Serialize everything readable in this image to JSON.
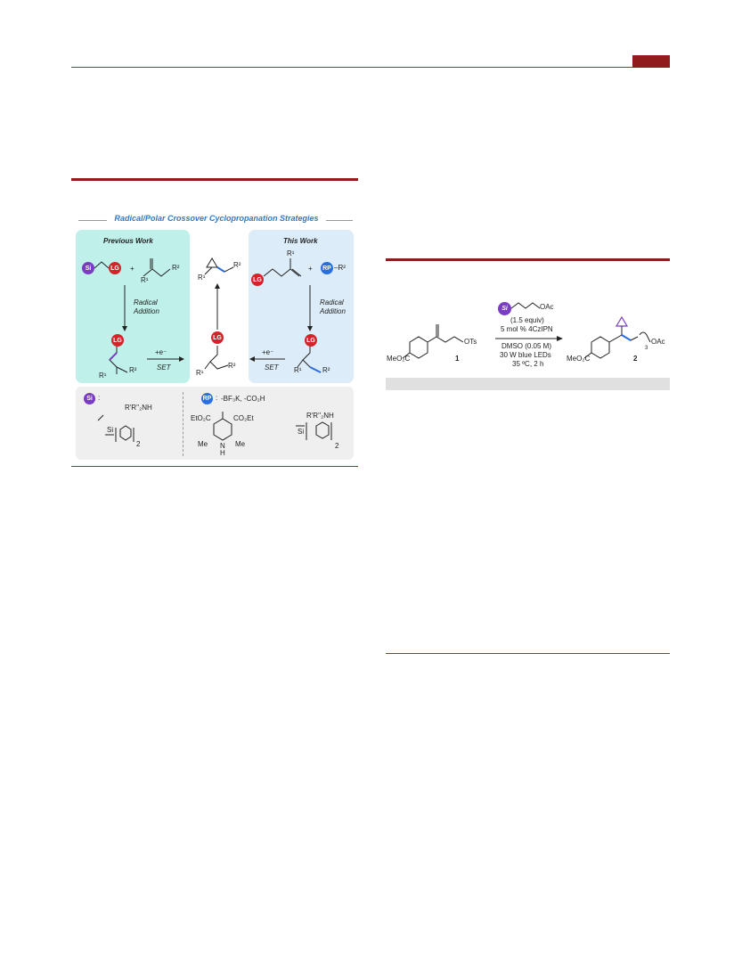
{
  "figure1": {
    "title": "Radical/Polar Crossover Cyclopropanation Strategies",
    "previous_work": "Previous Work",
    "this_work": "This Work",
    "radical_addition_left": [
      "Radical",
      "Addition"
    ],
    "radical_addition_right": [
      "Radical",
      "Addition"
    ],
    "electron": "+e⁻",
    "set": "SET",
    "labels": {
      "si": "Si",
      "lg": "LG",
      "rp": "RP",
      "plus": "+",
      "r1": "R¹",
      "r2": "R²",
      "rp_r2": "–R²"
    },
    "si_legend": {
      "colon": ":",
      "amine": "R'R''₂NH",
      "silicon": "Si",
      "subscript": "2"
    },
    "rp_legend": {
      "colon": ":",
      "text": "-BF₃K, -CO₂H",
      "eto2c": "EtO₂C",
      "co2et": "CO₂Et",
      "me_left": "Me",
      "me_right": "Me",
      "nh": "N",
      "h": "H",
      "amine": "R'R''₂NH",
      "silicon": "Si",
      "subscript": "2"
    }
  },
  "table1": {
    "reagent_si": "Si",
    "reagent_oac": "OAc",
    "conditions": [
      "(1.5 equiv)",
      "5 mol % 4CzIPN",
      "DMSO (0.05 M)",
      "30 W blue LEDs",
      "35 ºC, 2 h"
    ],
    "substrate_label": "1",
    "product_label": "2",
    "meo2c_left": "MeO₂C",
    "meo2c_right": "MeO₂C",
    "ots": "OTs",
    "product_oac": "OAc",
    "subscript_3": "3"
  },
  "colors": {
    "accent_red": "#8f1b1b",
    "lg_red": "#d5232a",
    "si_purple": "#7a3cc2",
    "rp_blue": "#2a6ee0",
    "title_blue": "#2e79c7",
    "panel_teal": "#bff0ea",
    "panel_blue": "#dcecf8"
  }
}
